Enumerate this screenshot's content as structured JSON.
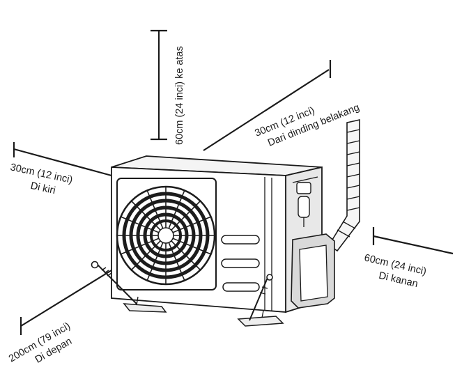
{
  "labels": {
    "top": "60cm (24 inci) ke atas",
    "rear_line1": "30cm (12 inci)",
    "rear_line2": "Dari dinding belakang",
    "left_line1": "30cm (12 inci)",
    "left_line2": "Di kiri",
    "right_line1": "60cm (24 inci)",
    "right_line2": "Di kanan",
    "front_line1": "200cm (79 inci)",
    "front_line2": "Di depan"
  },
  "colors": {
    "ink": "#1a1a1a",
    "unit_top": "#f4f4f4",
    "unit_front": "#ffffff",
    "unit_side": "#e8e8e8",
    "grille": "#1c1c1c"
  },
  "icons": {
    "fan": "fan-grille-icon",
    "valve": "service-valve-icon",
    "screw": "screw-icon"
  }
}
